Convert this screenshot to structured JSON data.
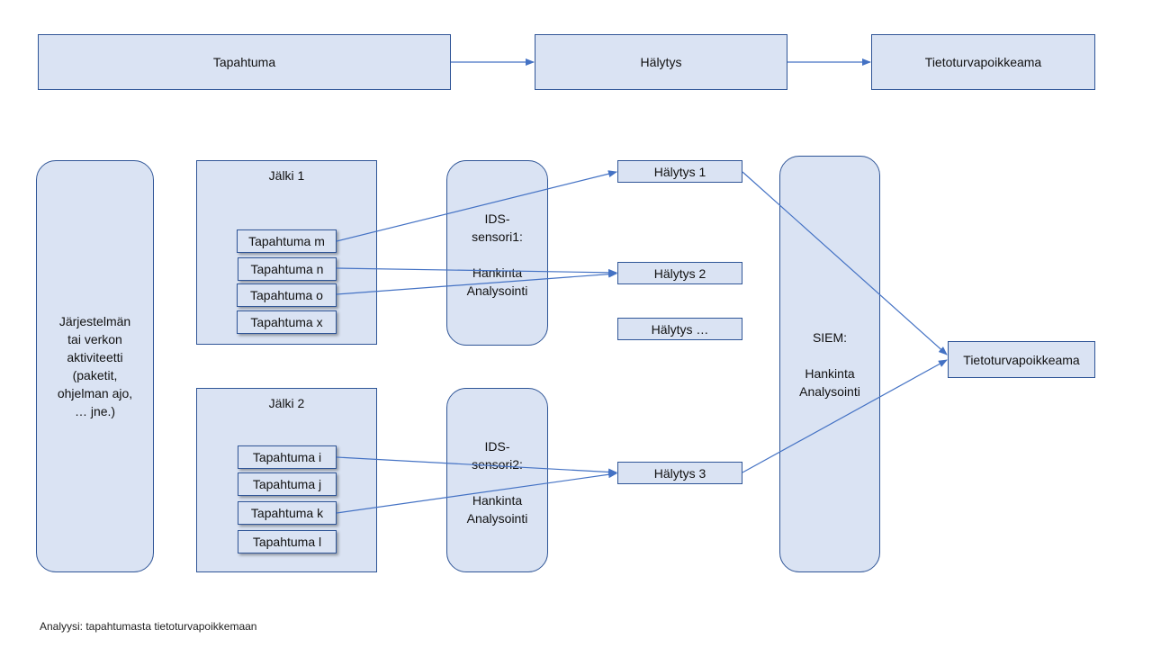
{
  "top_flow": {
    "event": "Tapahtuma",
    "alert": "Hälytys",
    "incident": "Tietoturvapoikkeama"
  },
  "activity": {
    "lines": [
      "Järjestelmän",
      "tai verkon",
      "aktiviteetti",
      "(paketit,",
      "ohjelman ajo,",
      "… jne.)"
    ]
  },
  "trace1": {
    "title": "Jälki 1",
    "events": [
      "Tapahtuma m",
      "Tapahtuma n",
      "Tapahtuma o",
      "Tapahtuma x"
    ]
  },
  "trace2": {
    "title": "Jälki 2",
    "events": [
      "Tapahtuma i",
      "Tapahtuma j",
      "Tapahtuma k",
      "Tapahtuma l"
    ]
  },
  "ids1": {
    "lines": [
      "IDS-",
      "sensori1:",
      "",
      "Hankinta",
      "Analysointi"
    ]
  },
  "ids2": {
    "lines": [
      "IDS-",
      "sensori2:",
      "",
      "Hankinta",
      "Analysointi"
    ]
  },
  "alerts": [
    "Hälytys 1",
    "Hälytys 2",
    "Hälytys …",
    "Hälytys 3"
  ],
  "siem": {
    "lines": [
      "SIEM:",
      "",
      "Hankinta",
      "Analysointi"
    ]
  },
  "incident_box": "Tietoturvapoikkeama",
  "caption": "Analyysi: tapahtumasta tietoturvapoikkemaan",
  "colors": {
    "fill": "#dae3f3",
    "stroke": "#2f5597",
    "arrow": "#4472c4"
  }
}
